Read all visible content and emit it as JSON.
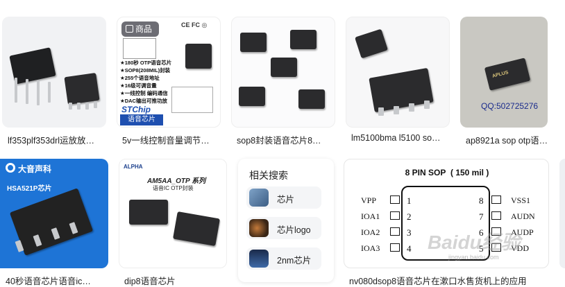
{
  "results": [
    {
      "caption": "lf353plf353drl运放放…"
    },
    {
      "caption": "5v一线控制音量调节…",
      "badge": "商品",
      "features": [
        "★180秒 OTP语音芯片",
        "★SOP8(208MIL)封装",
        "★255个语音地址",
        "★16级可调音量",
        "★一线控制 编码通信",
        "★DAC输出可推功放"
      ],
      "brand_line": "语音芯片",
      "brand": "STChip"
    },
    {
      "caption": "sop8封装语音芯片8…"
    },
    {
      "caption": "lm5100bma l5100 so…"
    },
    {
      "caption": "ap8921a sop otp语…",
      "qq": "QQ:502725276",
      "logo": "APLUS"
    },
    {
      "caption": "40秒语音芯片语音ic…",
      "brand": "大音声科",
      "chip_label": "HSA521P芯片"
    },
    {
      "caption": "dip8语音芯片",
      "logo": "ALPHA",
      "series": "AM5AA_OTP 系列",
      "subtitle": "语音IC  OTP封装"
    },
    {
      "caption": "nv080dsop8语音芯片在漱口水售货机上的应用",
      "title": "8 PIN SOP  ( 150 mil )",
      "pins_left": [
        "VPP",
        "IOA1",
        "IOA2",
        "IOA3"
      ],
      "nums_left": [
        "1",
        "2",
        "3",
        "4"
      ],
      "pins_right": [
        "VSS1",
        "AUDN",
        "AUDP",
        "VDD"
      ],
      "nums_right": [
        "8",
        "7",
        "6",
        "5"
      ],
      "watermark": "Baidu经验",
      "watermark_url": "jingyan.baidu.com"
    }
  ],
  "related": {
    "title": "相关搜索",
    "items": [
      {
        "label": "芯片"
      },
      {
        "label": "芯片logo"
      },
      {
        "label": "2nm芯片"
      }
    ]
  }
}
